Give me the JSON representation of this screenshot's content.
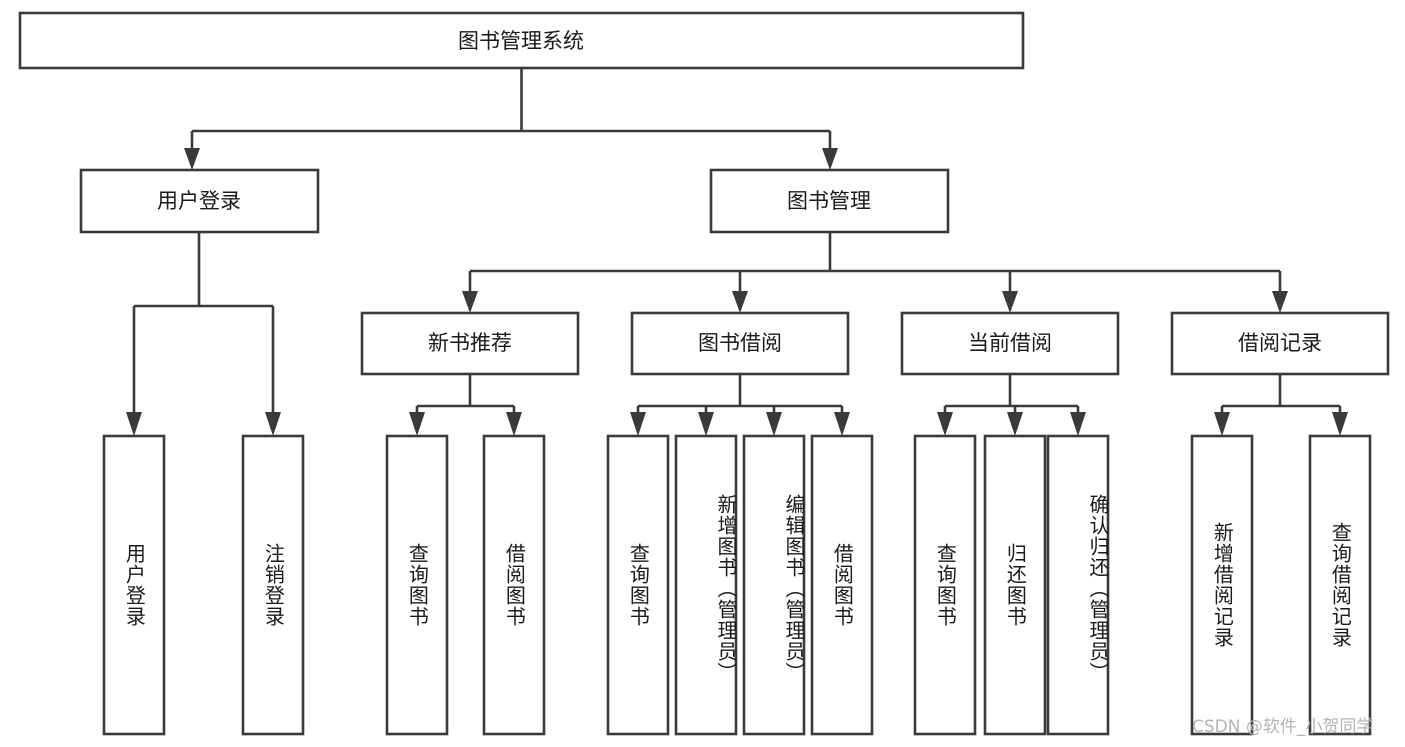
{
  "diagram": {
    "type": "tree-hierarchy-chart",
    "title_node": {
      "id": "root",
      "label": "图书管理系统"
    },
    "level2": [
      {
        "id": "user-login",
        "label": "用户登录"
      },
      {
        "id": "book-management",
        "label": "图书管理"
      }
    ],
    "level3": [
      {
        "id": "new-book-recommend",
        "label": "新书推荐",
        "parent": "book-management"
      },
      {
        "id": "book-borrow",
        "label": "图书借阅",
        "parent": "book-management"
      },
      {
        "id": "current-borrow",
        "label": "当前借阅",
        "parent": "book-management"
      },
      {
        "id": "borrow-record",
        "label": "借阅记录",
        "parent": "book-management"
      }
    ],
    "leaves": {
      "user_login": [
        {
          "id": "leaf-user-login",
          "label": "用户登录"
        },
        {
          "id": "leaf-logout-login",
          "label": "注销登录"
        }
      ],
      "new_book_recommend": [
        {
          "id": "leaf-query-book-1",
          "label": "查询图书"
        },
        {
          "id": "leaf-borrow-book-1",
          "label": "借阅图书"
        }
      ],
      "book_borrow": [
        {
          "id": "leaf-query-book-2",
          "label": "查询图书"
        },
        {
          "id": "leaf-add-book",
          "label": "新增图书（管理员）"
        },
        {
          "id": "leaf-edit-book",
          "label": "编辑图书（管理员）"
        },
        {
          "id": "leaf-borrow-book-2",
          "label": "借阅图书"
        }
      ],
      "current_borrow": [
        {
          "id": "leaf-query-book-3",
          "label": "查询图书"
        },
        {
          "id": "leaf-return-book",
          "label": "归还图书"
        },
        {
          "id": "leaf-confirm-return",
          "label": "确认归还（管理员）"
        }
      ],
      "borrow_record": [
        {
          "id": "leaf-add-record",
          "label": "新增借阅记录"
        },
        {
          "id": "leaf-query-record",
          "label": "查询借阅记录"
        }
      ]
    },
    "colors": {
      "stroke": "#3a3a3a",
      "fill": "#ffffff",
      "text": "#1a1a1a",
      "watermark": "#b4b4b4",
      "background": "#ffffff"
    }
  },
  "watermark": {
    "text": "CSDN @软件_小贺同学"
  }
}
